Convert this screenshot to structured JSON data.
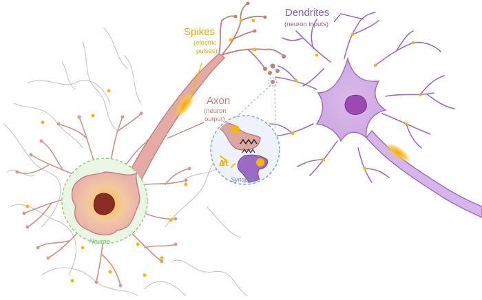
{
  "labels": {
    "spikes": "Spikes",
    "spikes_sub_1": "(electric",
    "spikes_sub_2": "pulses)",
    "axon": "Axon",
    "axon_sub_1": "(neuron",
    "axon_sub_2": "output)",
    "dendrites": "Dendrites",
    "dendrites_sub": "(neuron inputs)",
    "neuron": "Neuron",
    "synapse": "Synapse",
    "delta_tau": "Δτ"
  },
  "colors": {
    "spike": "#f5b800",
    "presynaptic_neuron": "#d99a93",
    "postsynaptic_neuron": "#a579c8",
    "neuron_highlight": "#8fd27a",
    "synapse_highlight": "#8aa3cf",
    "background_network": "#c8c8c8"
  }
}
